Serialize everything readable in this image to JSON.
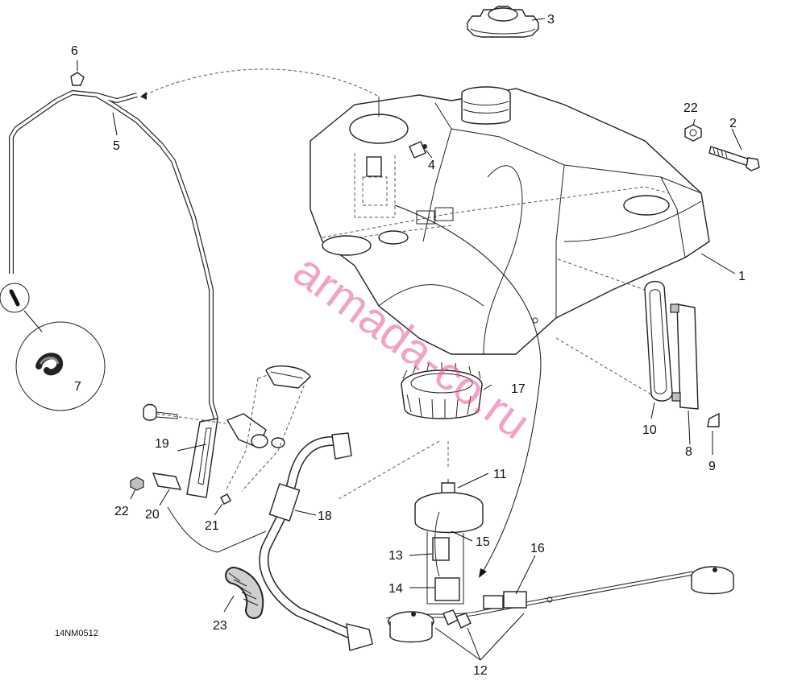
{
  "diagram_code": "14NM0512",
  "watermark": "armada-co.ru",
  "callouts": {
    "c1": "1",
    "c2": "2",
    "c3": "3",
    "c4": "4",
    "c5": "5",
    "c6": "6",
    "c7": "7",
    "c8": "8",
    "c9": "9",
    "c10": "10",
    "c11": "11",
    "c12": "12",
    "c13": "13",
    "c14": "14",
    "c15": "15",
    "c16": "16",
    "c17": "17",
    "c18": "18",
    "c19": "19",
    "c20": "20",
    "c21": "21",
    "c22a": "22",
    "c22b": "22",
    "c23": "23"
  }
}
